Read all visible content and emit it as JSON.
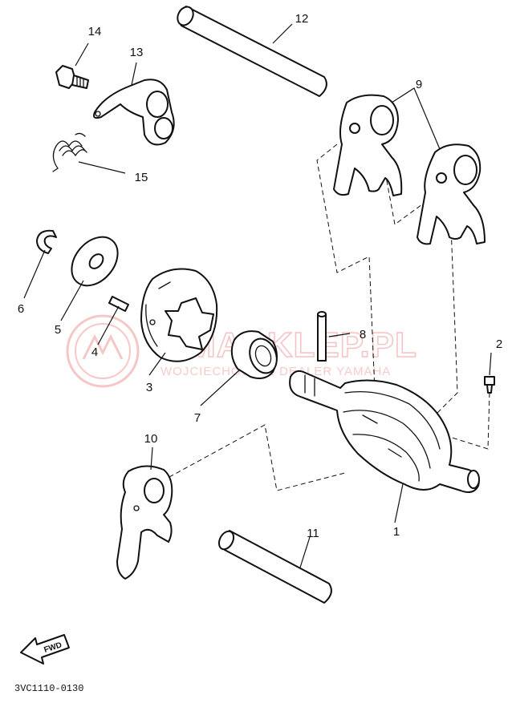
{
  "diagram": {
    "code": "3VC1110-0130",
    "fwd_label": "FWD",
    "callouts": [
      "1",
      "2",
      "3",
      "4",
      "5",
      "6",
      "7",
      "8",
      "9",
      "10",
      "11",
      "12",
      "13",
      "14",
      "15"
    ]
  },
  "watermark": {
    "line1": "MASKLEP.PL",
    "line2": "WOJCIECHOWICZ DEALER YAMAHA",
    "color": "#ef9a9a"
  },
  "colors": {
    "ink": "#111111",
    "background": "#ffffff"
  }
}
